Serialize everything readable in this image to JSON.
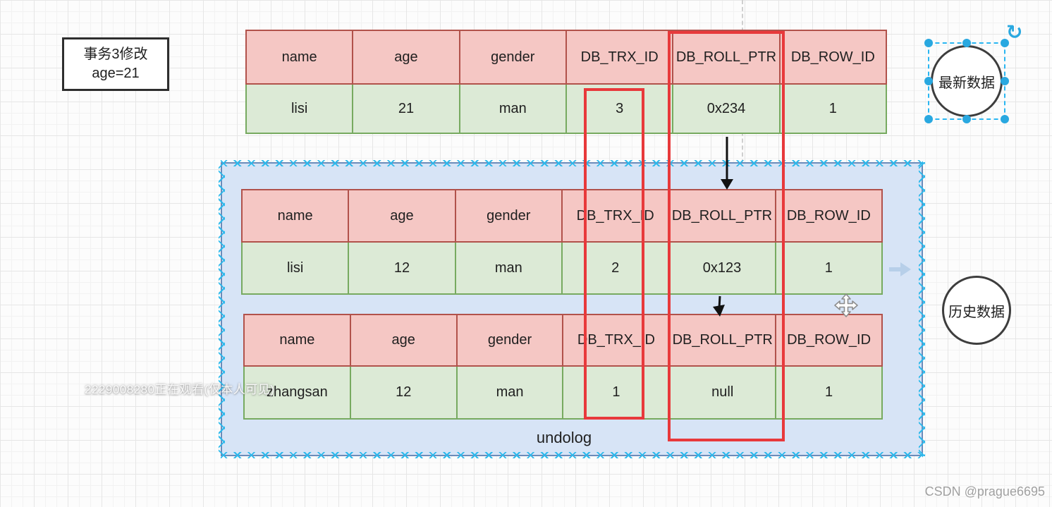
{
  "note_box": {
    "line1": "事务3修改",
    "line2": "age=21"
  },
  "table": {
    "columns": [
      "name",
      "age",
      "gender",
      "DB_TRX_ID",
      "DB_ROLL_PTR",
      "DB_ROW_ID"
    ],
    "latest_row": [
      "lisi",
      "21",
      "man",
      "3",
      "0x234",
      "1"
    ],
    "undo_row1": [
      "lisi",
      "12",
      "man",
      "2",
      "0x123",
      "1"
    ],
    "undo_row2": [
      "zhangsan",
      "12",
      "man",
      "1",
      "null",
      "1"
    ]
  },
  "labels": {
    "undolog": "undolog",
    "latest_data_circle": "最新数据",
    "history_data_circle": "历史数据"
  },
  "icons": {
    "rotate": "↻"
  },
  "watermark": {
    "text": "2229008280正在观看(仅本人可见)"
  },
  "attribution": {
    "text": "CSDN @prague6695"
  },
  "colors": {
    "header_fill": "#f5c7c4",
    "header_border": "#b1524b",
    "row_fill": "#dcead6",
    "row_border": "#77aa60",
    "container_fill": "#d7e4f6",
    "container_border": "#6b8cba",
    "highlight_red": "#e8393b",
    "selection_blue": "#29b6f2",
    "arrow_black": "#111111",
    "arrow_lightblue": "#b7cfe9"
  }
}
